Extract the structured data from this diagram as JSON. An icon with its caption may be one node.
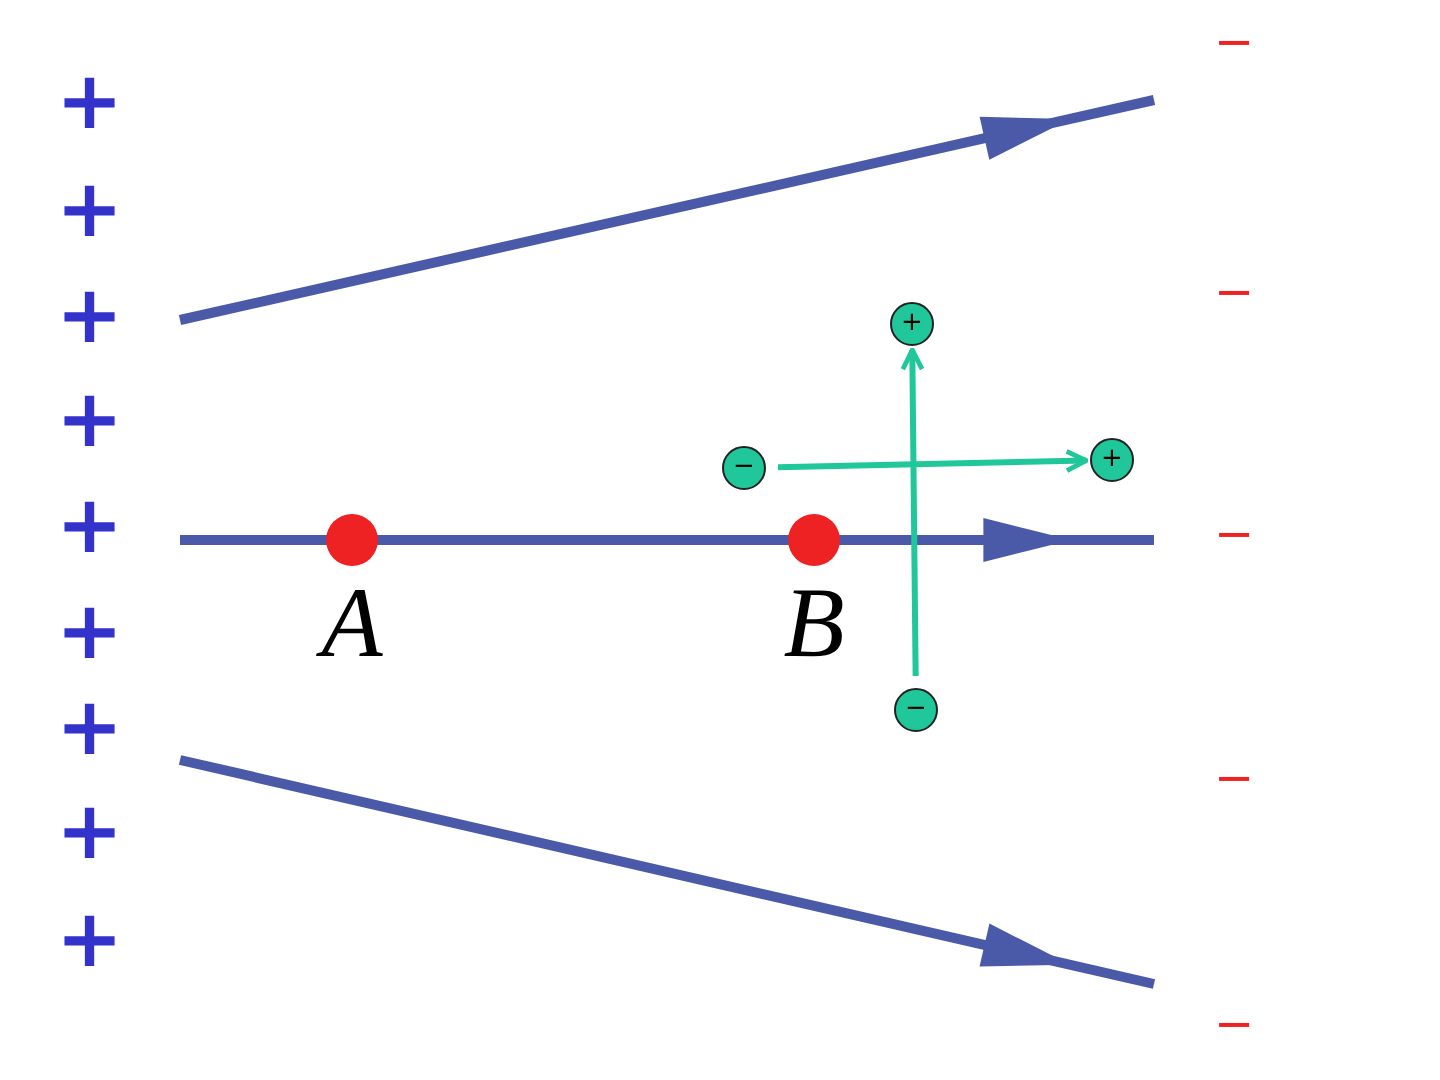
{
  "diagram": {
    "nodes": [
      {
        "text": [
          "A"
        ]
      },
      {
        "text": [
          "B"
        ]
      },
      {
        "text": [
          "+"
        ]
      },
      {
        "text": [
          "−"
        ]
      },
      {
        "text": [
          "+"
        ]
      },
      {
        "text": [
          "−"
        ]
      }
    ],
    "edges": [
      {
        "from": 3,
        "to": 4,
        "arrow": "to"
      },
      {
        "from": 5,
        "to": 2,
        "arrow": "to"
      }
    ],
    "labels": [
      "+",
      "+",
      "+",
      "+",
      "+",
      "+",
      "+",
      "+",
      "+",
      "−",
      "−",
      "−",
      "−",
      "−"
    ]
  }
}
